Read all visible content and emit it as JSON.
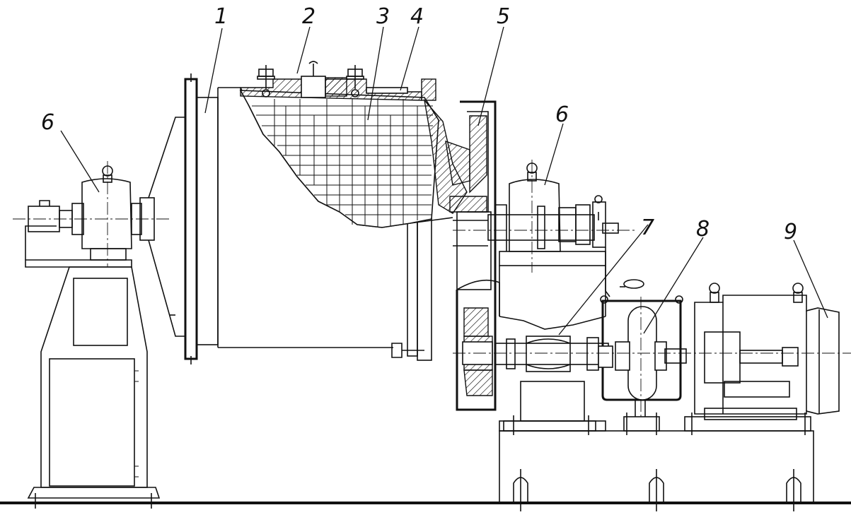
{
  "labels": {
    "l1": "1",
    "l2": "2",
    "l3": "3",
    "l4": "4",
    "l5": "5",
    "l6a": "6",
    "l6b": "6",
    "l7": "7",
    "l8": "8",
    "l9": "9"
  },
  "colors": {
    "ink": "#111111",
    "paper": "#ffffff"
  }
}
